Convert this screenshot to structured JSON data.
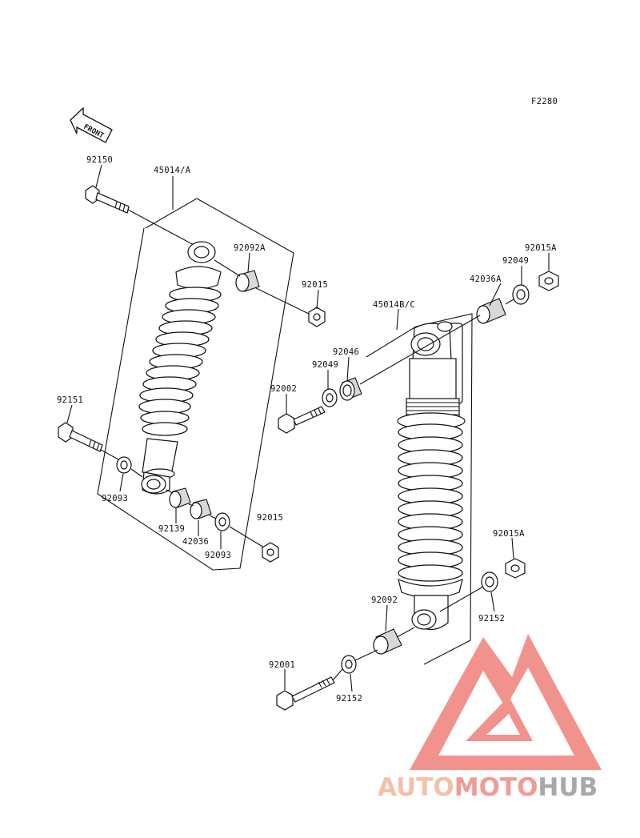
{
  "figure_code": "F2280",
  "front_label": "FRONT",
  "labels": {
    "p92150": "92150",
    "p45014A": "45014/A",
    "p92092A": "92092A",
    "p92015_top": "92015",
    "p92151": "92151",
    "p92093_l": "92093",
    "p92139": "92139",
    "p42036": "42036",
    "p92093_b": "92093",
    "p92015_low": "92015",
    "p92015A_top": "92015A",
    "p92049_top": "92049",
    "p42036A": "42036A",
    "p45014BC": "45014B/C",
    "p92046": "92046",
    "p92049_mid": "92049",
    "p92002": "92002",
    "p92015A_low": "92015A",
    "p92152_r": "92152",
    "p92092": "92092",
    "p92001": "92001",
    "p92152_b": "92152"
  },
  "watermark": {
    "part1": "AUTO",
    "part2": "MOTO",
    "part3": "HUB",
    "color1": "#f4b69a",
    "color2": "#f08a84",
    "color3": "#9a9a9a",
    "logo_color": "#f07f78"
  }
}
